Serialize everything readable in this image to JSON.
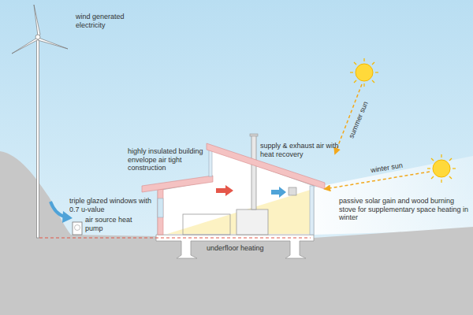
{
  "diagram": {
    "labels": [
      "wind generated electricity",
      "highly insulated building envelope air tight construction",
      "supply & exhaust air with heat recovery",
      "summer sun",
      "winter sun",
      "passive solar gain and wood burning stove for supplementary space heating in winter",
      "triple glazed windows with 0.7 u-value",
      "air source heat pump",
      "underfloor heating"
    ]
  }
}
